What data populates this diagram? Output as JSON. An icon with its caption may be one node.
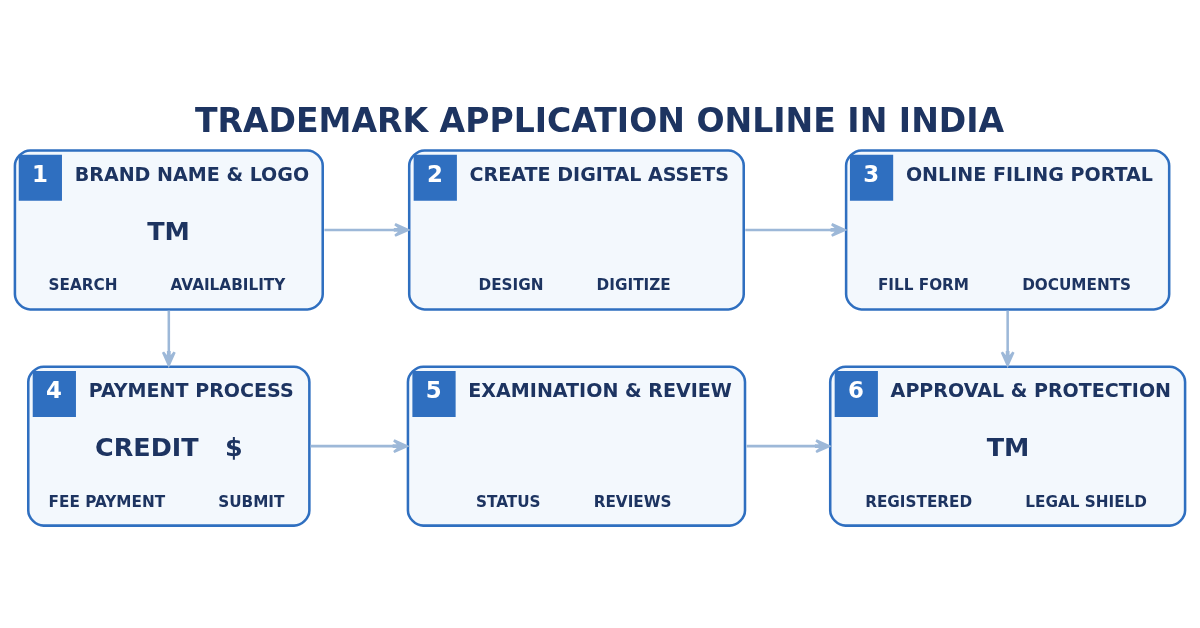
{
  "diagram": {
    "title": "TRADEMARK APPLICATION ONLINE IN INDIA",
    "nodes": [
      {
        "text": [
          "1",
          "BRAND NAME & LOGO",
          "TM",
          "SEARCH",
          "AVAILABILITY"
        ]
      },
      {
        "text": [
          "2",
          "CREATE DIGITAL ASSETS",
          "DESIGN",
          "DIGITIZE"
        ]
      },
      {
        "text": [
          "3",
          "ONLINE FILING PORTAL",
          "FILL FORM",
          "DOCUMENTS"
        ]
      },
      {
        "text": [
          "4",
          "PAYMENT PROCESS",
          "CREDIT",
          "$",
          "FEE PAYMENT",
          "SUBMIT"
        ]
      },
      {
        "text": [
          "5",
          "EXAMINATION & REVIEW",
          "STATUS",
          "REVIEWS"
        ]
      },
      {
        "text": [
          "6",
          "APPROVAL & PROTECTION",
          "TM",
          "REGISTERED",
          "LEGAL SHIELD"
        ]
      }
    ],
    "edges": [
      {
        "from": 0,
        "to": 1,
        "arrow": "to"
      },
      {
        "from": 1,
        "to": 2,
        "arrow": "to"
      },
      {
        "from": 0,
        "to": 3,
        "arrow": "to"
      },
      {
        "from": 2,
        "to": 5,
        "arrow": "to"
      },
      {
        "from": 3,
        "to": 4,
        "arrow": "to"
      },
      {
        "from": 4,
        "to": 5,
        "arrow": "to"
      }
    ]
  }
}
